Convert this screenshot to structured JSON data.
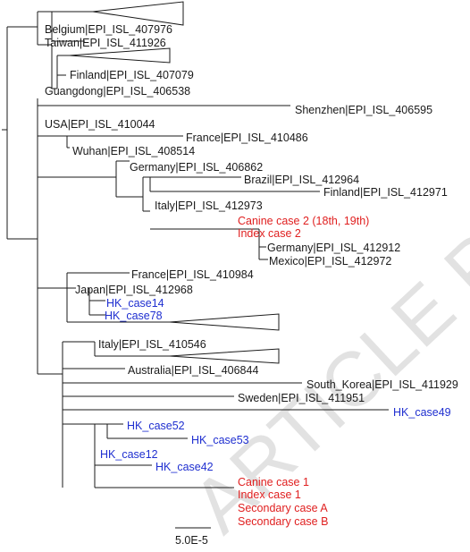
{
  "colors": {
    "black": "#1a1a1a",
    "red": "#e02020",
    "blue": "#1f2fd0"
  },
  "labels": {
    "belgium": "Belgium|EPI_ISL_407976",
    "taiwan": "Taiwan|EPI_ISL_411926",
    "finland1": "Finland|EPI_ISL_407079",
    "guangdong": "Guangdong|EPI_ISL_406538",
    "shenzhen": "Shenzhen|EPI_ISL_406595",
    "usa": "USA|EPI_ISL_410044",
    "france1": "France|EPI_ISL_410486",
    "wuhan": "Wuhan|EPI_ISL_408514",
    "germany1": "Germany|EPI_ISL_406862",
    "brazil": "Brazil|EPI_ISL_412964",
    "finland2": "Finland|EPI_ISL_412971",
    "italy1": "Italy|EPI_ISL_412973",
    "canine2": "Canine case 2 (18th, 19th)",
    "index2": "Index case 2",
    "germany2": "Germany|EPI_ISL_412912",
    "mexico": "Mexico|EPI_ISL_412972",
    "france2": "France|EPI_ISL_410984",
    "japan": "Japan|EPI_ISL_412968",
    "hk14": "HK_case14",
    "hk78": "HK_case78",
    "italy2": "Italy|EPI_ISL_410546",
    "australia": "Australia|EPI_ISL_406844",
    "southkorea": "South_Korea|EPI_ISL_411929",
    "sweden": "Sweden|EPI_ISL_411951",
    "hk49": "HK_case49",
    "hk52": "HK_case52",
    "hk53": "HK_case53",
    "hk12": "HK_case12",
    "hk42": "HK_case42",
    "canine1": "Canine case 1",
    "index1": "Index case 1",
    "secA": "Secondary case A",
    "secB": "Secondary case B"
  },
  "scale_label": "5.0E-5",
  "watermark": "ARTICLE PRE"
}
